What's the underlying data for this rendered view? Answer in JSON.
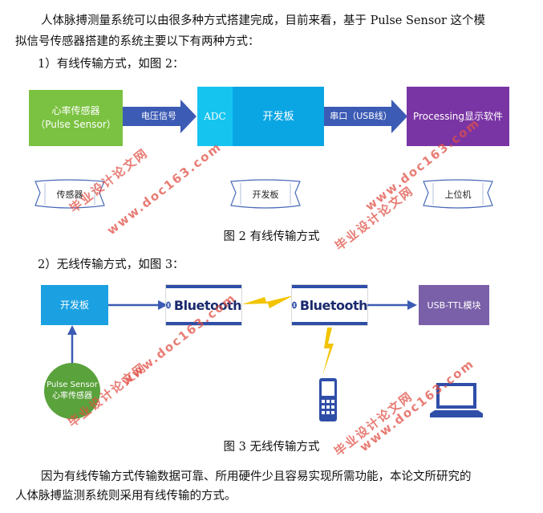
{
  "paragraphs": {
    "intro_line1": "人体脉搏测量系统可以由很多种方式搭建完成，目前来看，基于 Pulse Sensor 这个模",
    "intro_line2": "拟信号传感器搭建的系统主要以下有两种方式：",
    "wired_heading": "1）有线传输方式，如图 2：",
    "wireless_heading": "2）无线传输方式，如图 3：",
    "conclusion_line1": "因为有线传输方式传输数据可靠、所用硬件少且容易实现所需功能，本论文所研究的",
    "conclusion_line2": "人体脉搏监测系统则采用有线传输的方式。"
  },
  "figure2": {
    "caption": "图 2 有线传输方式",
    "sensor_box_line1": "心率传感器",
    "sensor_box_line2": "（Pulse Sensor）",
    "arrow1_label": "电压信号",
    "adc_label": "ADC",
    "board_label": "开发板",
    "arrow2_label": "串口（USB线）",
    "software_label": "Processing显示软件",
    "scroll_sensor": "传感器",
    "scroll_board": "开发板",
    "scroll_host": "上位机",
    "colors": {
      "sensor": "#7cc242",
      "adc": "#16c4f0",
      "board": "#0aa6e4",
      "software": "#7a35a4",
      "arrow": "#3c5bb4"
    }
  },
  "figure3": {
    "caption": "图 3 无线传输方式",
    "board_label": "开发板",
    "bt_label_1": "Bluetooth",
    "bt_label_2": "Bluetooth",
    "usb_ttl_label": "USB-TTL模块",
    "sensor_circle_line1": "Pulse Sensor",
    "sensor_circle_line2": "心率传感器",
    "colors": {
      "board": "#1ba1e2",
      "usb_ttl": "#7a60a8",
      "sensor": "#5aa23c",
      "bt_blue": "#2e4ea8",
      "lightning": "#f2c400",
      "arrow": "#3c5bb4"
    }
  },
  "watermarks": {
    "text_cn": "毕业设计论文网",
    "text_url": "www.doc163.com"
  }
}
